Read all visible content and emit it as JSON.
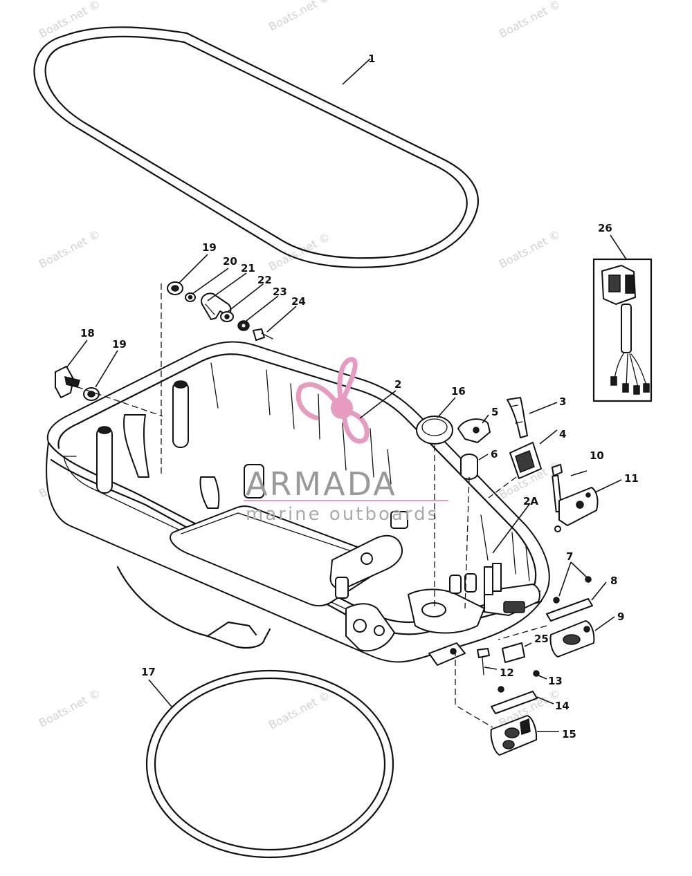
{
  "watermark_text": "Boats.net ©",
  "brand": {
    "name": "ARMADA",
    "tagline": "marine outboards",
    "logo_color": "#e69bc1"
  },
  "callouts": {
    "c1": "1",
    "c2": "2",
    "c2a": "2A",
    "c3": "3",
    "c4": "4",
    "c5": "5",
    "c6": "6",
    "c7": "7",
    "c8": "8",
    "c9": "9",
    "c10": "10",
    "c11": "11",
    "c12": "12",
    "c13": "13",
    "c14": "14",
    "c15": "15",
    "c16": "16",
    "c17": "17",
    "c18": "18",
    "c19a": "19",
    "c19b": "19",
    "c20": "20",
    "c21": "21",
    "c22": "22",
    "c23": "23",
    "c24": "24",
    "c25": "25",
    "c26": "26"
  }
}
